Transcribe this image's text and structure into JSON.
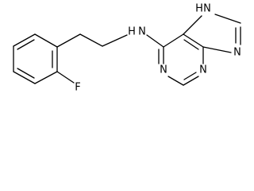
{
  "molecule": {
    "atoms": {
      "fluorine": "F",
      "amine_nitrogen": "N",
      "amine_hydrogen": "H",
      "pyrimidine_n1": "N",
      "pyrimidine_n3": "N",
      "imidazole_n9": "N",
      "imidazole_n7": "N",
      "imidazole_h7": "H"
    }
  }
}
